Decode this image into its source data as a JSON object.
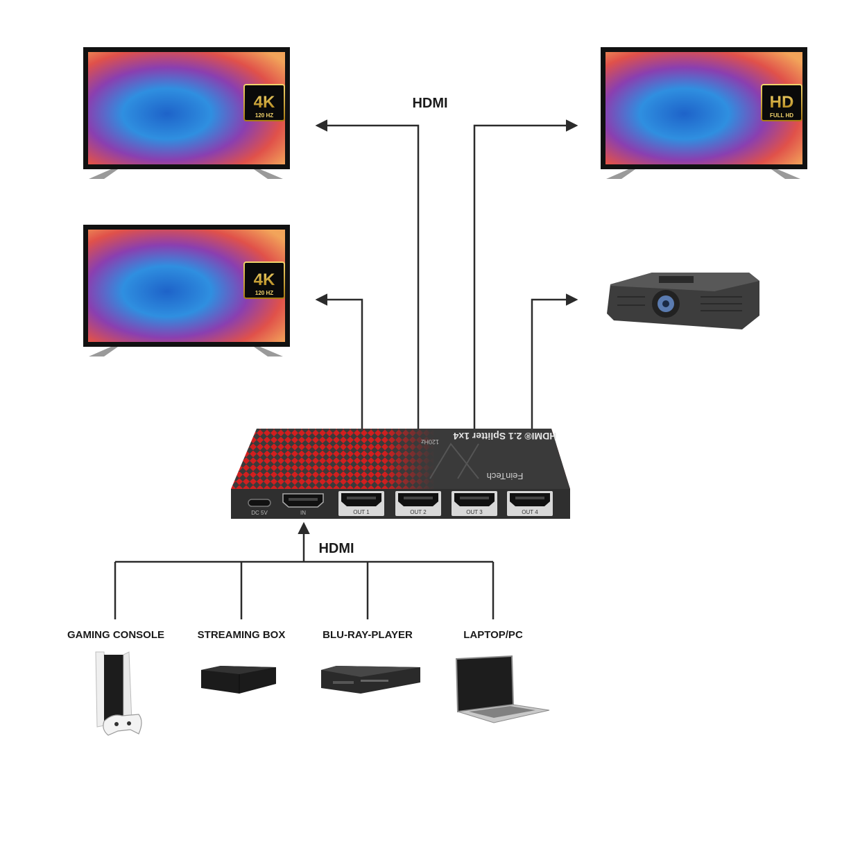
{
  "labels": {
    "hdmi_top": "HDMI",
    "hdmi_bottom": "HDMI"
  },
  "displays": [
    {
      "badge_main": "4K",
      "badge_sub": "120 HZ"
    },
    {
      "badge_main": "HD",
      "badge_sub": "FULL HD"
    },
    {
      "badge_main": "4K",
      "badge_sub": "120 HZ"
    }
  ],
  "splitter": {
    "title": "HDMI® 2.1 Splitter 1x4",
    "subtitle": "120Hz",
    "brand": "FeinTech",
    "ports": [
      "DC 5V",
      "IN",
      "OUT 1",
      "OUT 2",
      "OUT 3",
      "OUT 4"
    ]
  },
  "sources": [
    {
      "label": "GAMING CONSOLE",
      "icon": "gaming-console-icon"
    },
    {
      "label": "STREAMING BOX",
      "icon": "streaming-box-icon"
    },
    {
      "label": "BLU-RAY-PLAYER",
      "icon": "bluray-player-icon"
    },
    {
      "label": "LAPTOP/PC",
      "icon": "laptop-icon"
    }
  ],
  "colors": {
    "line": "#2b2b2b",
    "badge_gold": "#c9a227",
    "splitter_red": "#d11f1f",
    "splitter_body": "#2f2f2f"
  }
}
